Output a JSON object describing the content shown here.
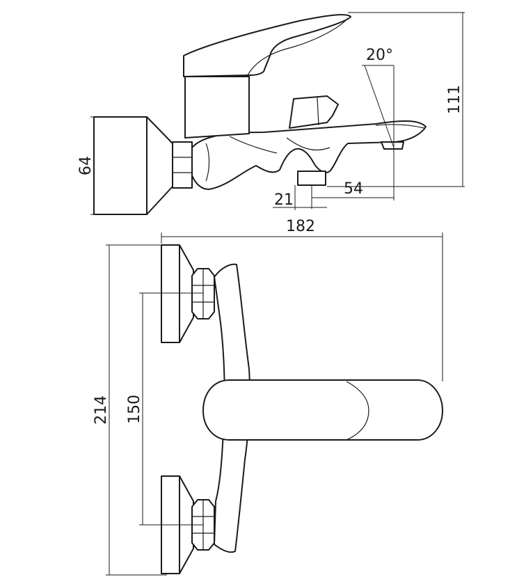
{
  "drawing": {
    "dimensions": {
      "height_overall": "111",
      "wall_plate_diameter": "64",
      "spout_angle": "20°",
      "spout_reach": "54",
      "diverter_offset": "21",
      "width_overall": "182",
      "length_overall": "214",
      "inlet_spacing": "150"
    }
  }
}
